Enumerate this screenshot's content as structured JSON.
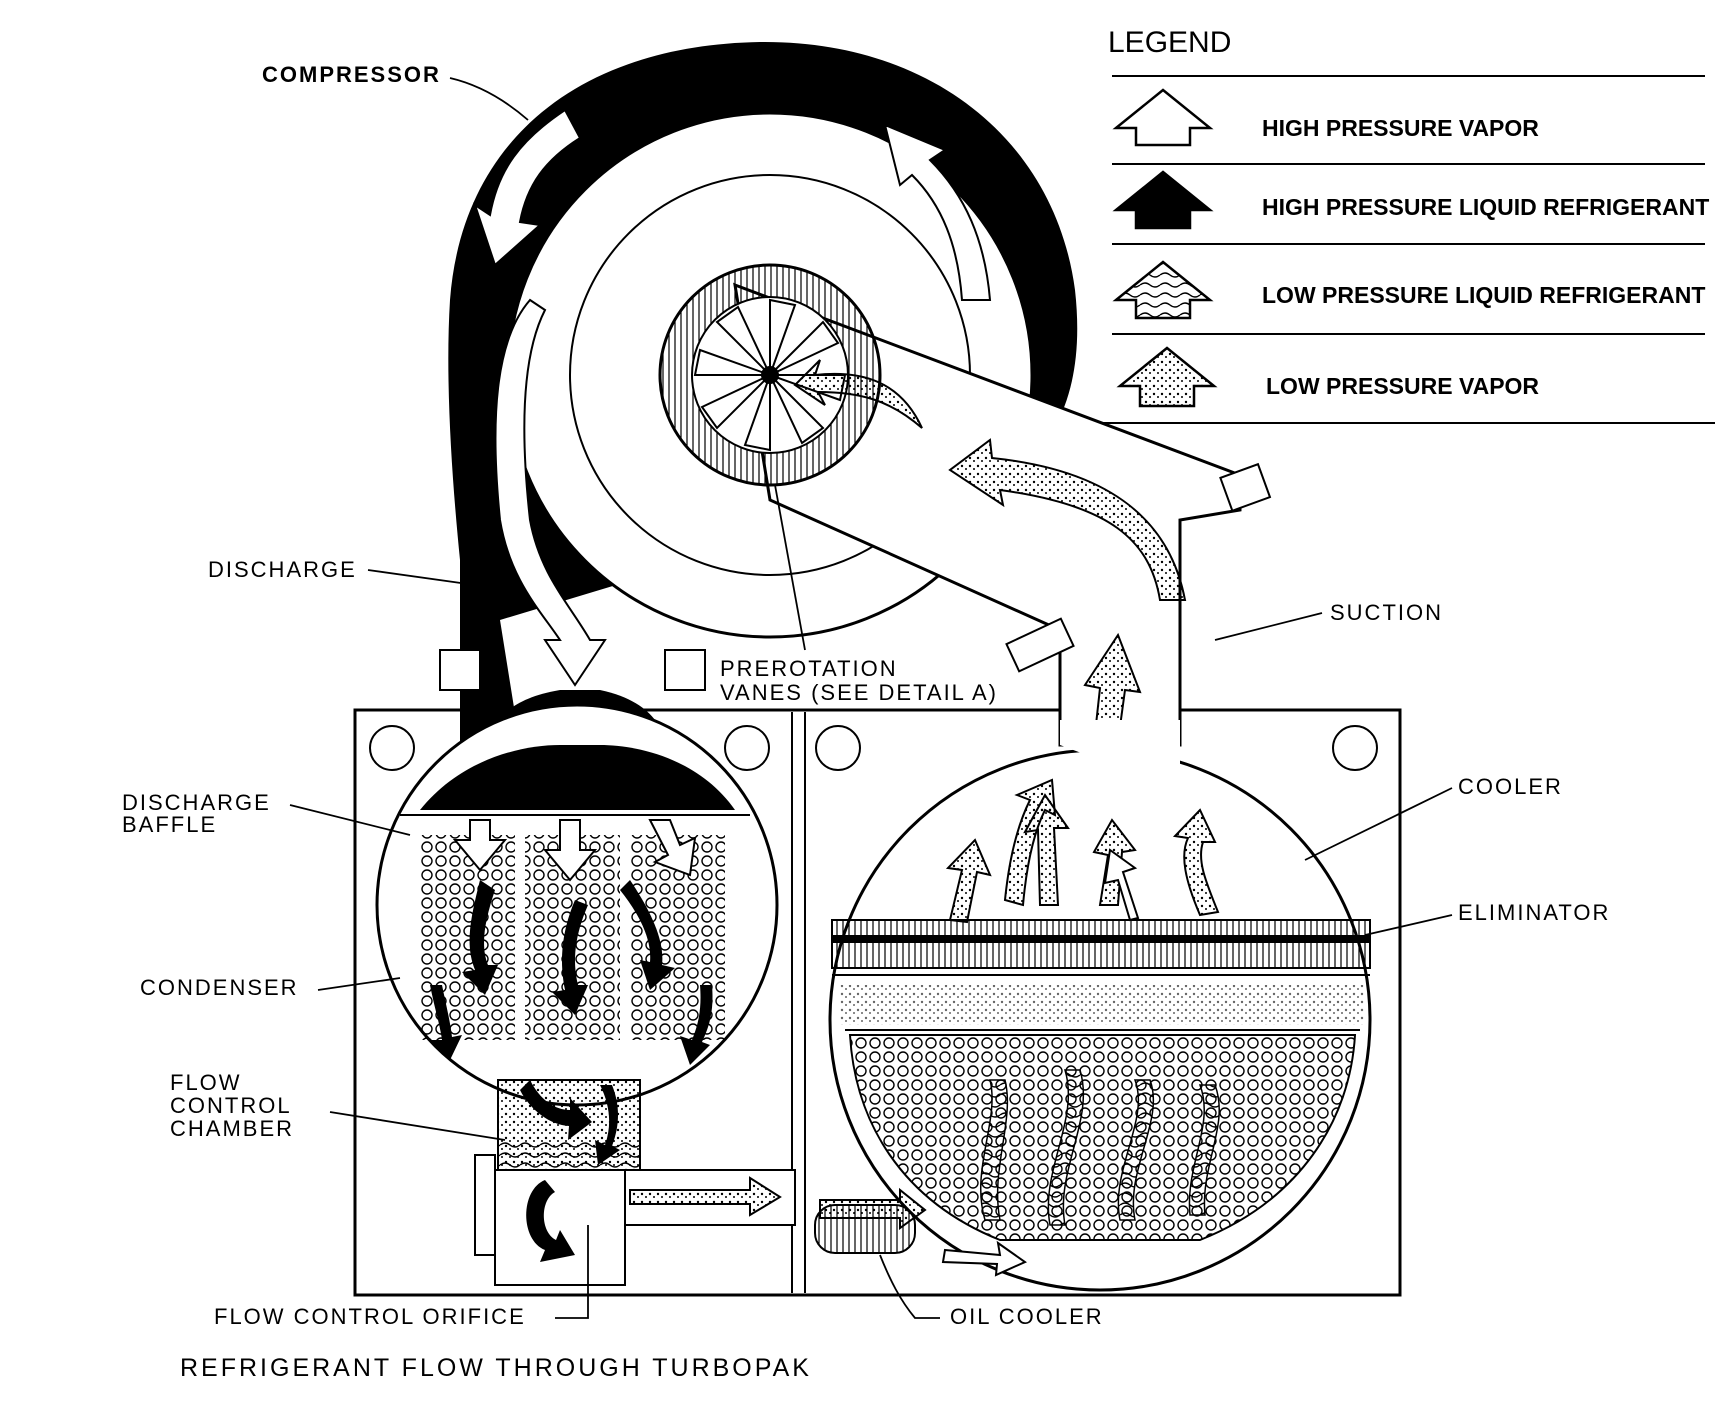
{
  "legend": {
    "title": "LEGEND",
    "items": [
      {
        "label": "HIGH PRESSURE VAPOR",
        "icon": "outline-arrow-up-icon"
      },
      {
        "label": "HIGH PRESSURE LIQUID REFRIGERANT",
        "icon": "solid-arrow-up-icon"
      },
      {
        "label": "LOW PRESSURE LIQUID REFRIGERANT",
        "icon": "wavy-arrow-up-icon"
      },
      {
        "label": "LOW PRESSURE VAPOR",
        "icon": "stippled-arrow-up-icon"
      }
    ]
  },
  "labels": {
    "compressor": "COMPRESSOR",
    "discharge": "DISCHARGE",
    "discharge_baffle_1": "DISCHARGE",
    "discharge_baffle_2": "BAFFLE",
    "condenser": "CONDENSER",
    "flow_control_1": "FLOW",
    "flow_control_2": "CONTROL",
    "flow_control_3": "CHAMBER",
    "flow_control_orifice": "FLOW CONTROL ORIFICE",
    "prerotation_1": "PREROTATION",
    "prerotation_2": "VANES (SEE DETAIL A)",
    "suction": "SUCTION",
    "cooler": "COOLER",
    "eliminator": "ELIMINATOR",
    "oil_cooler": "OIL COOLER"
  },
  "caption": "REFRIGERANT FLOW THROUGH TURBOPAK",
  "colors": {
    "ink": "#000000",
    "paper": "#ffffff"
  }
}
